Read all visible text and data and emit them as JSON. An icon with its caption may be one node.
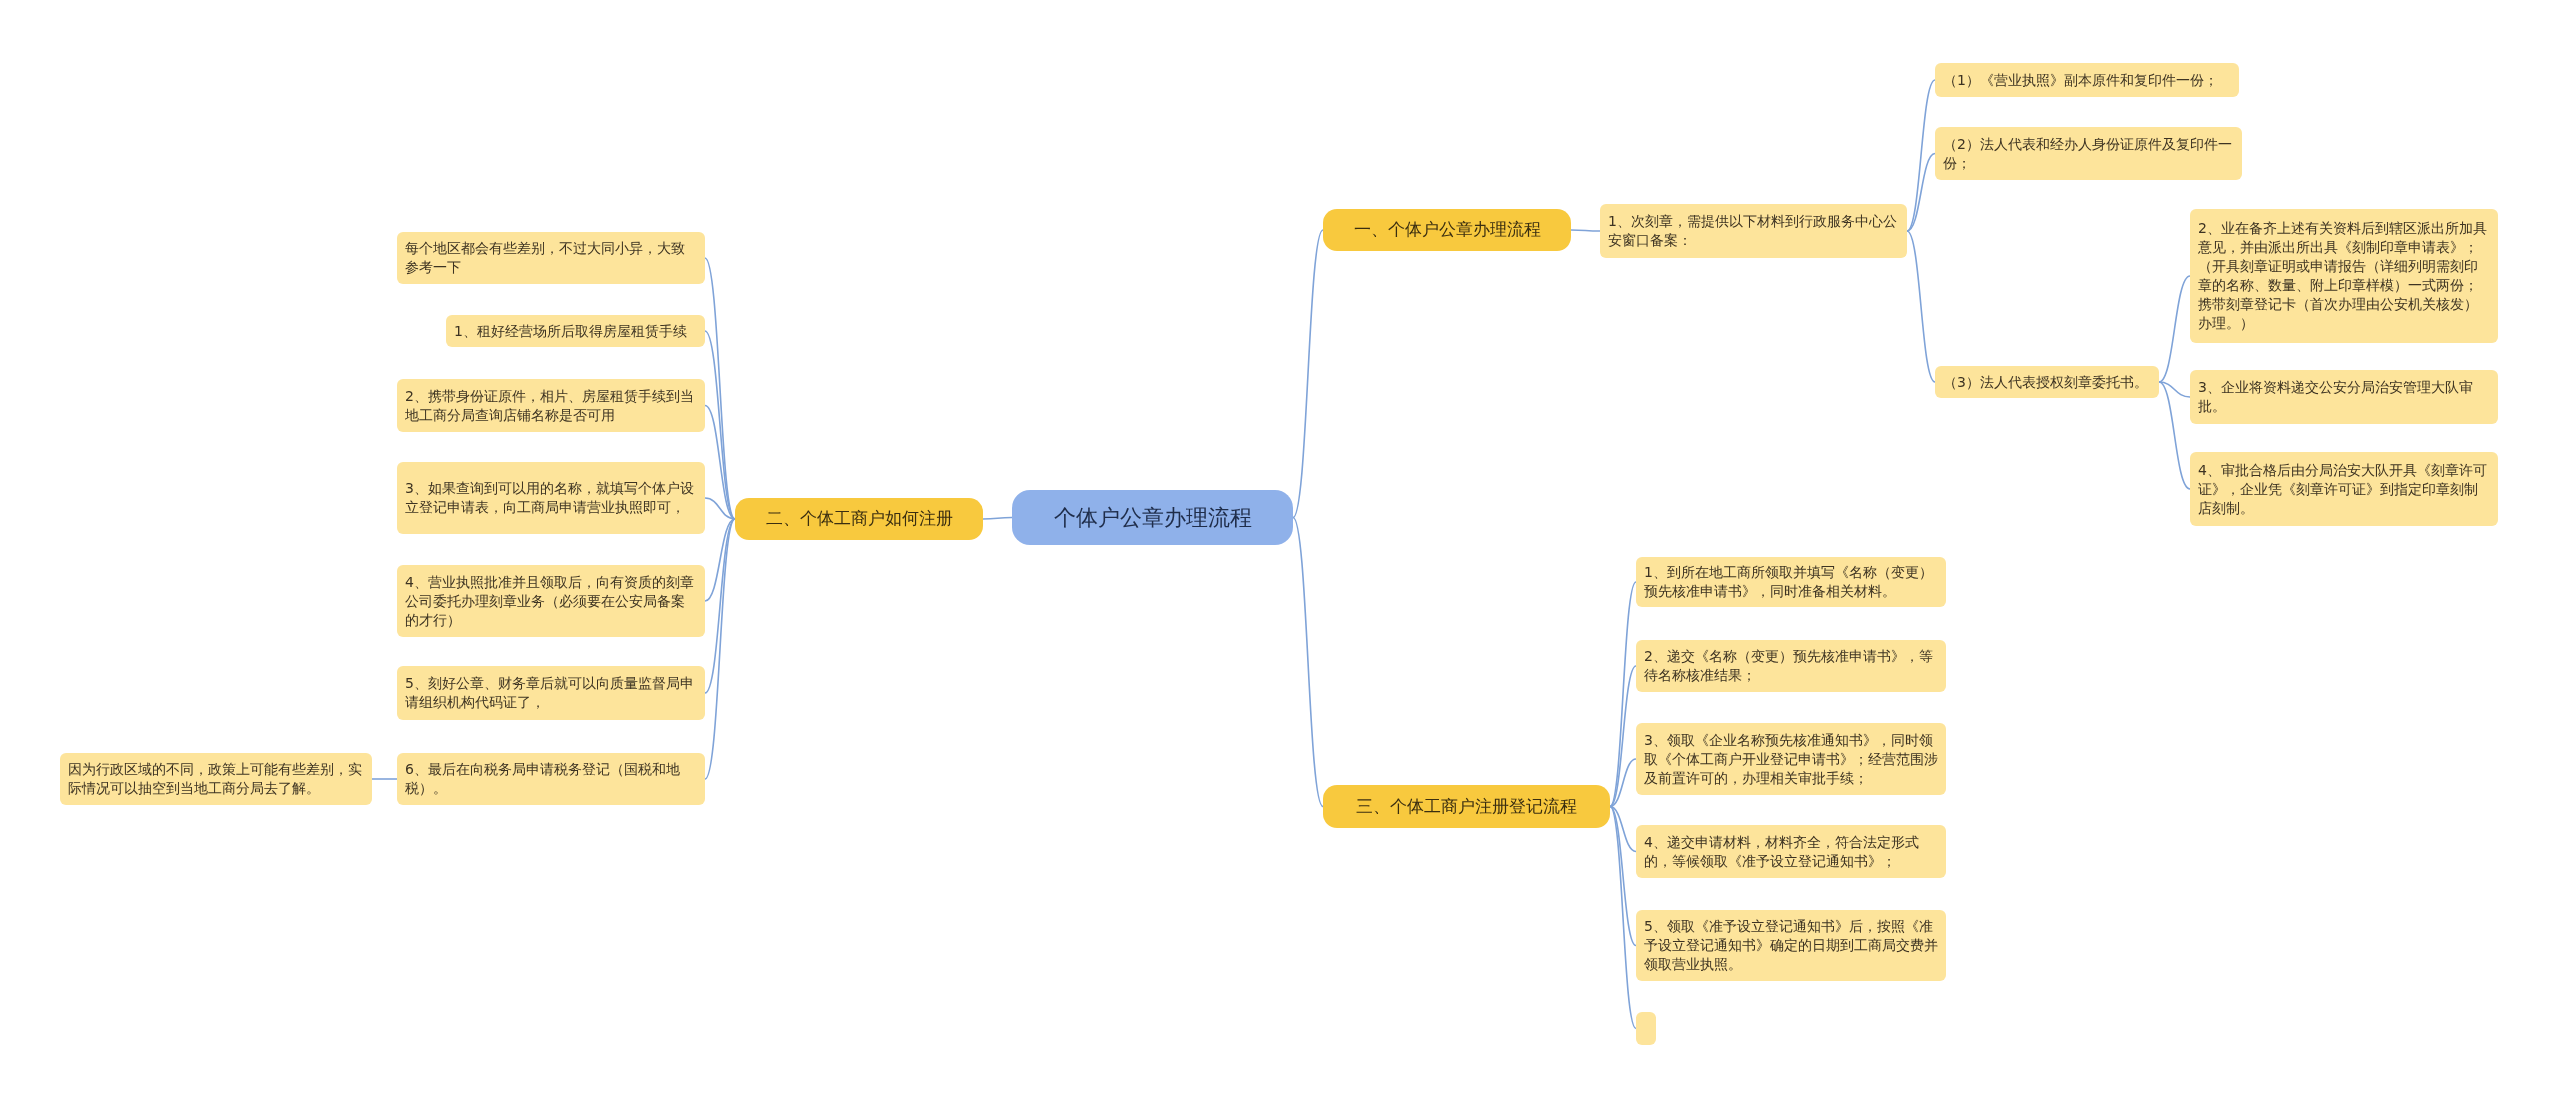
{
  "diagram": {
    "nodes": [
      {
        "text": [
          "个体户公章办理流程"
        ]
      },
      {
        "text": [
          "一、个体户公章办理流程"
        ]
      },
      {
        "text": [
          "1、次刻章，需提供以下材料到行政服务中心公安窗口备案："
        ]
      },
      {
        "text": [
          "（1）《营业执照》副本原件和复印件一份；"
        ]
      },
      {
        "text": [
          "（2）法人代表和经办人身份证原件及复印件一份；"
        ]
      },
      {
        "text": [
          "（3）法人代表授权刻章委托书。"
        ]
      },
      {
        "text": [
          "2、业在备齐上述有关资料后到辖区派出所加具意见，并由派出所出具《刻制印章申请表》；（开具刻章证明或申请报告（详细列明需刻印章的名称、数量、附上印章样模）一式两份；携带刻章登记卡（首次办理由公安机关核发）办理。）"
        ]
      },
      {
        "text": [
          "3、企业将资料递交公安分局治安管理大队审批。"
        ]
      },
      {
        "text": [
          "4、审批合格后由分局治安大队开具《刻章许可证》，企业凭《刻章许可证》到指定印章刻制店刻制。"
        ]
      },
      {
        "text": [
          "二、个体工商户如何注册"
        ]
      },
      {
        "text": [
          "每个地区都会有些差别，不过大同小异，大致参考一下"
        ]
      },
      {
        "text": [
          "1、租好经营场所后取得房屋租赁手续"
        ]
      },
      {
        "text": [
          "2、携带身份证原件，相片、房屋租赁手续到当地工商分局查询店铺名称是否可用"
        ]
      },
      {
        "text": [
          "3、如果查询到可以用的名称，就填写个体户设立登记申请表，向工商局申请营业执照即可，"
        ]
      },
      {
        "text": [
          "4、营业执照批准并且领取后，向有资质的刻章公司委托办理刻章业务（必须要在公安局备案的才行）"
        ]
      },
      {
        "text": [
          "5、刻好公章、财务章后就可以向质量监督局申请组织机构代码证了，"
        ]
      },
      {
        "text": [
          "6、最后在向税务局申请税务登记（国税和地税）。"
        ]
      },
      {
        "text": [
          "因为行政区域的不同，政策上可能有些差别，实际情况可以抽空到当地工商分局去了解。"
        ]
      },
      {
        "text": [
          "三、个体工商户注册登记流程"
        ]
      },
      {
        "text": [
          "1、到所在地工商所领取并填写《名称（变更）预先核准申请书》，同时准备相关材料。"
        ]
      },
      {
        "text": [
          "2、递交《名称（变更）预先核准申请书》，等待名称核准结果；"
        ]
      },
      {
        "text": [
          "3、领取《企业名称预先核准通知书》，同时领取《个体工商户开业登记申请书》；经营范围涉及前置许可的，办理相关审批手续；"
        ]
      },
      {
        "text": [
          "4、递交申请材料，材料齐全，符合法定形式的，等候领取《准予设立登记通知书》；"
        ]
      },
      {
        "text": [
          "5、领取《准予设立登记通知书》后，按照《准予设立登记通知书》确定的日期到工商局交费并领取营业执照。"
        ]
      },
      {
        "text": [],
        "shape": "box"
      }
    ],
    "edges": [
      {
        "from": 0,
        "to": 1,
        "arrow": "none"
      },
      {
        "from": 1,
        "to": 2,
        "arrow": "none"
      },
      {
        "from": 2,
        "to": 3,
        "arrow": "none"
      },
      {
        "from": 2,
        "to": 4,
        "arrow": "none"
      },
      {
        "from": 2,
        "to": 5,
        "arrow": "none"
      },
      {
        "from": 5,
        "to": 6,
        "arrow": "none"
      },
      {
        "from": 5,
        "to": 7,
        "arrow": "none"
      },
      {
        "from": 5,
        "to": 8,
        "arrow": "none"
      },
      {
        "from": 0,
        "to": 9,
        "arrow": "none"
      },
      {
        "from": 9,
        "to": 10,
        "arrow": "none"
      },
      {
        "from": 9,
        "to": 11,
        "arrow": "none"
      },
      {
        "from": 9,
        "to": 12,
        "arrow": "none"
      },
      {
        "from": 9,
        "to": 13,
        "arrow": "none"
      },
      {
        "from": 9,
        "to": 14,
        "arrow": "none"
      },
      {
        "from": 9,
        "to": 15,
        "arrow": "none"
      },
      {
        "from": 9,
        "to": 16,
        "arrow": "none"
      },
      {
        "from": 16,
        "to": 17,
        "arrow": "none"
      },
      {
        "from": 0,
        "to": 18,
        "arrow": "none"
      },
      {
        "from": 18,
        "to": 19,
        "arrow": "none"
      },
      {
        "from": 18,
        "to": 20,
        "arrow": "none"
      },
      {
        "from": 18,
        "to": 21,
        "arrow": "none"
      },
      {
        "from": 18,
        "to": 22,
        "arrow": "none"
      },
      {
        "from": 18,
        "to": 23,
        "arrow": "none"
      },
      {
        "from": 18,
        "to": 24,
        "arrow": "none"
      }
    ]
  }
}
